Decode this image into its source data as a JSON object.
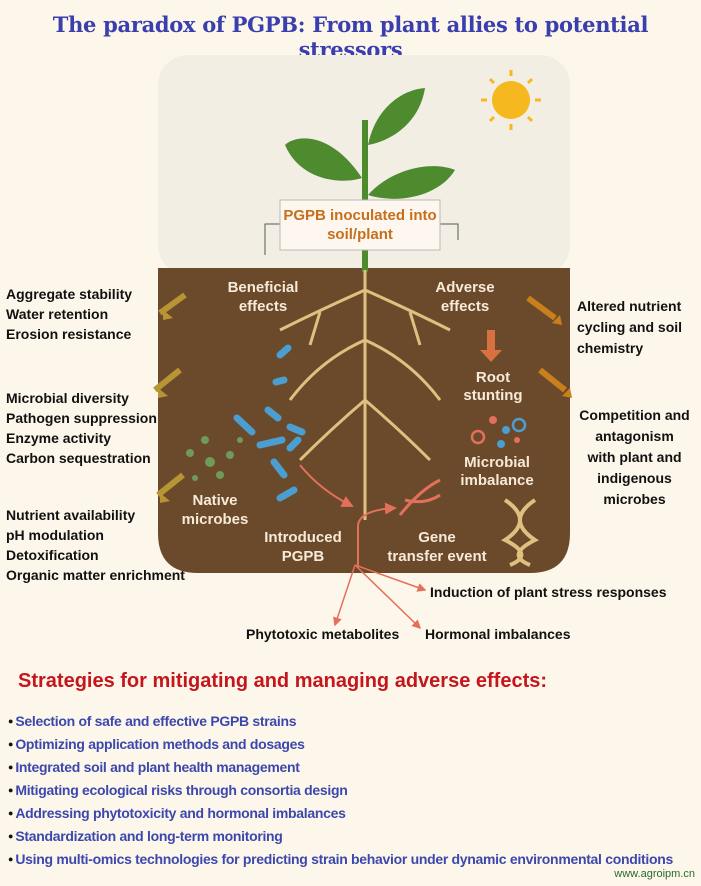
{
  "title": "The paradox of PGPB: From plant allies to potential stressors",
  "center_box": "PGPB inoculated into soil/plant",
  "soil_labels": {
    "beneficial": [
      "Beneficial",
      "effects"
    ],
    "adverse": [
      "Adverse",
      "effects"
    ],
    "root_stunting": [
      "Root",
      "stunting"
    ],
    "microbial_imbalance": [
      "Microbial",
      "imbalance"
    ],
    "native_microbes": [
      "Native",
      "microbes"
    ],
    "introduced_pgpb": [
      "Introduced",
      "PGPB"
    ],
    "gene_transfer": [
      "Gene",
      "transfer event"
    ]
  },
  "left_groups": [
    [
      "Aggregate stability",
      "Water retention",
      "Erosion resistance"
    ],
    [
      "Microbial diversity",
      "Pathogen suppression",
      "Enzyme activity",
      "Carbon sequestration"
    ],
    [
      "Nutrient availability",
      "pH modulation",
      "Detoxification",
      "Organic matter enrichment"
    ]
  ],
  "right_groups": [
    [
      "Altered nutrient",
      "cycling and soil",
      "chemistry"
    ],
    [
      "Competition and",
      "antagonism",
      "with plant and",
      "indigenous",
      "microbes"
    ]
  ],
  "stress_labels": {
    "induction": "Induction of plant stress responses",
    "phytotoxic": "Phytotoxic metabolites",
    "hormonal": "Hormonal imbalances"
  },
  "strategies": {
    "title": "Strategies for mitigating and managing adverse effects:",
    "items": [
      "Selection of safe and effective PGPB strains",
      "Optimizing application methods and dosages",
      "Integrated soil and plant health management",
      "Mitigating ecological risks through consortia design",
      "Addressing phytotoxicity and hormonal imbalances",
      "Standardization and long-term monitoring",
      "Using multi-omics technologies for predicting strain behavior under dynamic environmental conditions"
    ]
  },
  "watermark": "www.agroipm.cn",
  "colors": {
    "title": "#3a3fae",
    "strategy_title": "#c4161c",
    "strategy_items": "#3b48ad",
    "soil": "#6b4a2b",
    "box_text": "#c4701c",
    "pgpb": "#4a9ed0",
    "adverse_arrow": "#d9703f"
  }
}
